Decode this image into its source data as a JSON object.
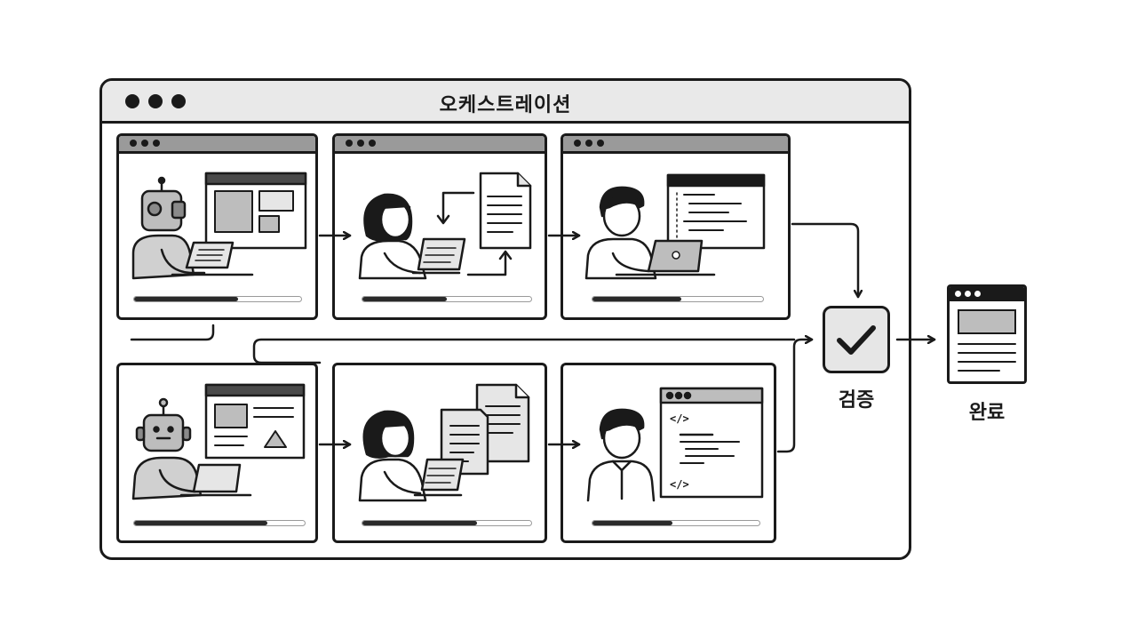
{
  "window": {
    "title": "오케스트레이션"
  },
  "panels": [
    {
      "id": "agent-row1",
      "progress": 0.62
    },
    {
      "id": "reviewer-row1",
      "progress": 0.5
    },
    {
      "id": "developer-row1",
      "progress": 0.52
    },
    {
      "id": "agent-row2",
      "progress": 0.78
    },
    {
      "id": "reviewer-row2",
      "progress": 0.68
    },
    {
      "id": "developer-row2",
      "progress": 0.48
    }
  ],
  "steps": {
    "verify_label": "검증",
    "complete_label": "완료"
  },
  "code_panel": {
    "open_tag": "</>",
    "close_tag": "</>"
  },
  "colors": {
    "stroke": "#1a1a1a",
    "bar_gray": "#9a9a9a",
    "fill_light": "#e6e6e6",
    "fill_mid": "#bdbdbd"
  },
  "icons": {
    "verify": "check-mark-icon",
    "complete": "document-icon"
  }
}
